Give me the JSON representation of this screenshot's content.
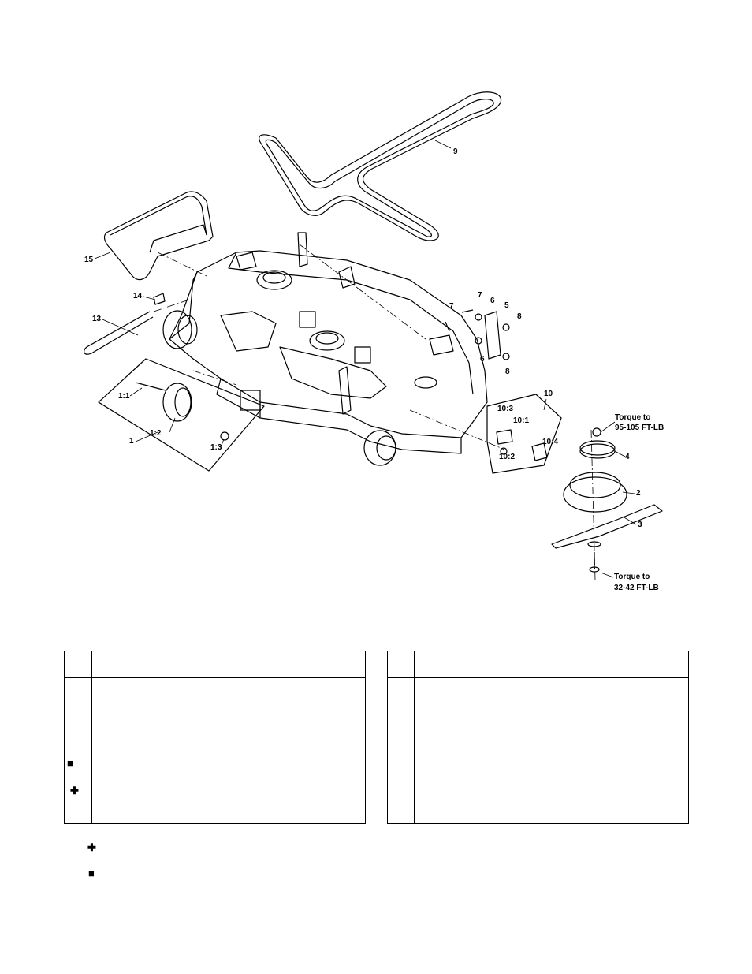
{
  "diagram": {
    "callouts": {
      "c1": "1",
      "c1_1": "1:1",
      "c1_2": "1:2",
      "c1_3": "1:3",
      "c2": "2",
      "c3": "3",
      "c4": "4",
      "c5": "5",
      "c6a": "6",
      "c6b": "6",
      "c7a": "7",
      "c7b": "7",
      "c8a": "8",
      "c8b": "8",
      "c9": "9",
      "c10": "10",
      "c10_1": "10:1",
      "c10_2": "10:2",
      "c10_3": "10:3",
      "c10_4": "10:4",
      "c13": "13",
      "c14": "14",
      "c15": "15"
    },
    "torque_top": {
      "line1": "Torque to",
      "line2": "95-105 FT-LB"
    },
    "torque_bottom": {
      "line1": "Torque to",
      "line2": "32-42 FT-LB"
    }
  },
  "parts_table": {
    "left_markers": {
      "square": "■",
      "plus": "✚"
    }
  },
  "footnotes": {
    "plus": "✚",
    "square": "■"
  }
}
